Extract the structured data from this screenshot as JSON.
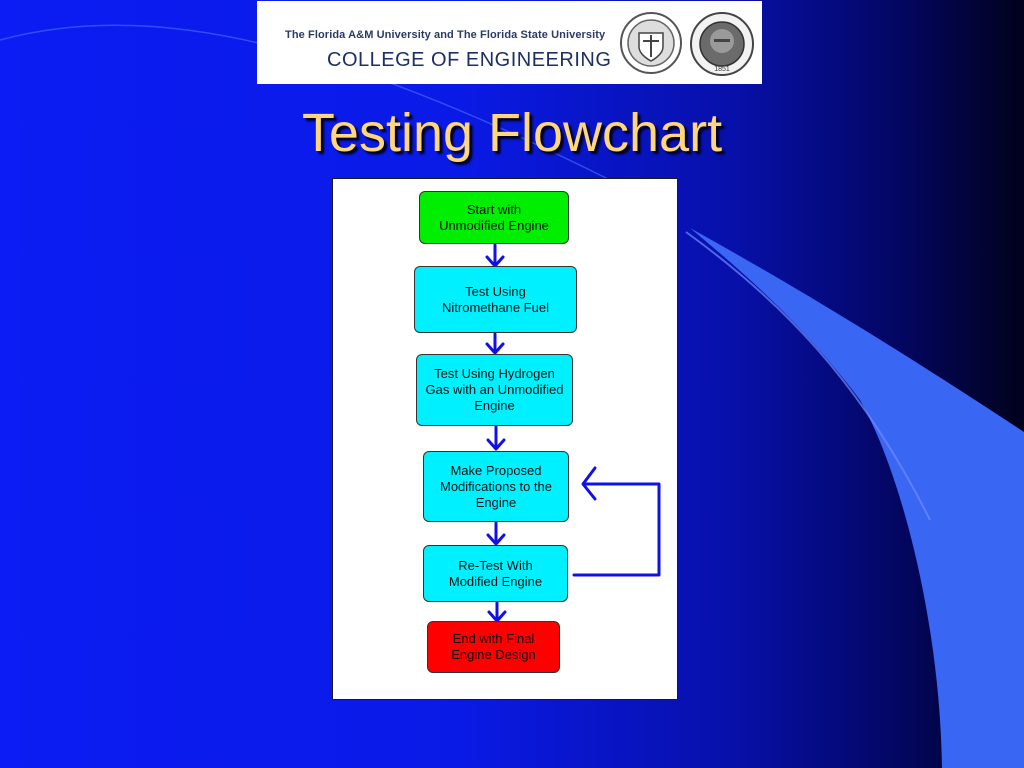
{
  "header": {
    "logo_line1": "The Florida A&M University and The Florida State University",
    "logo_line2": "COLLEGE OF ENGINEERING",
    "seal_text": "1851"
  },
  "title": "Testing Flowchart",
  "flowchart": {
    "steps": [
      "Start with\nUnmodified Engine",
      "Test Using\nNitromethane Fuel",
      "Test Using Hydrogen\nGas with an Unmodified\nEngine",
      "Make Proposed\nModifications to the\nEngine",
      "Re-Test With\nModified Engine",
      "End with Final\nEngine Design"
    ]
  },
  "colors": {
    "background": "#0b1cf4",
    "title": "#ffd679",
    "start_box": "#00ee00",
    "step_box": "#00f0ff",
    "end_box": "#ff0000",
    "arrow": "#1010e8"
  }
}
